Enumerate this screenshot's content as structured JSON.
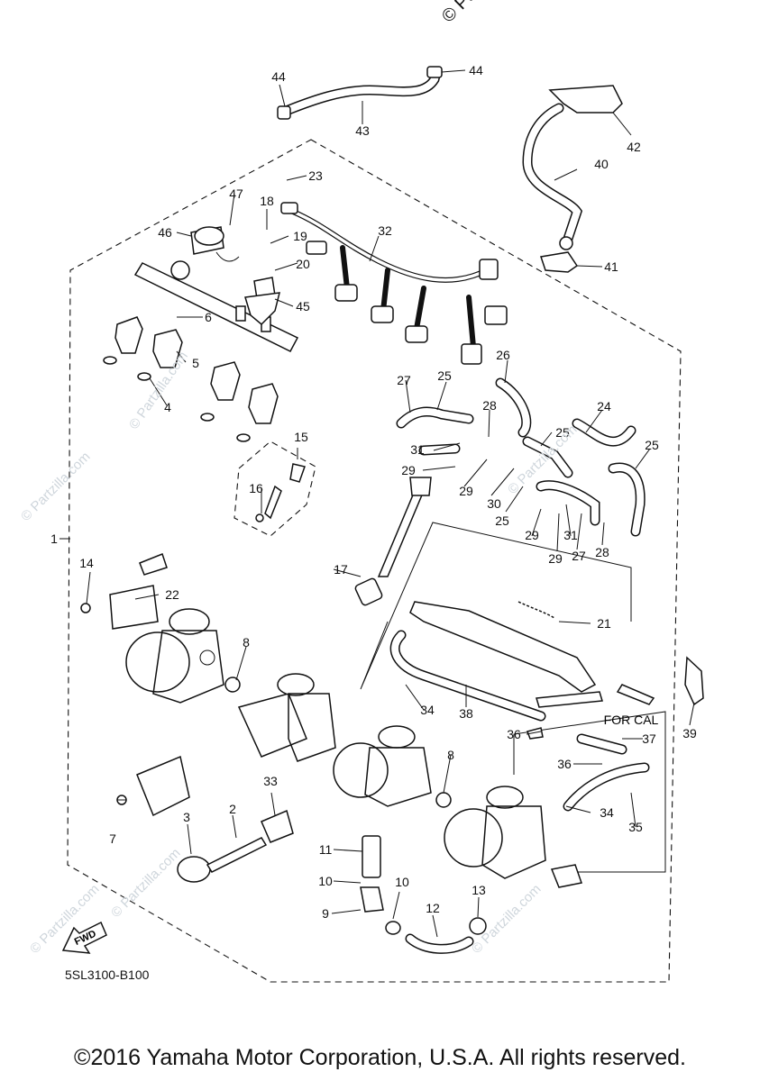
{
  "header_watermark": "© Partzilla",
  "footer_copyright": "©2016 Yamaha Motor Corporation, U.S.A. All rights reserved.",
  "figure_code": "5SL3100-B100",
  "fwd_label": "FWD",
  "for_cal_label": "FOR CAL",
  "watermark": "© Partzilla.com",
  "callouts": [
    {
      "label": "1"
    },
    {
      "label": "2"
    },
    {
      "label": "3"
    },
    {
      "label": "4"
    },
    {
      "label": "5"
    },
    {
      "label": "6"
    },
    {
      "label": "7"
    },
    {
      "label": "8"
    },
    {
      "label": "8"
    },
    {
      "label": "9"
    },
    {
      "label": "10"
    },
    {
      "label": "10"
    },
    {
      "label": "11"
    },
    {
      "label": "12"
    },
    {
      "label": "13"
    },
    {
      "label": "14"
    },
    {
      "label": "15"
    },
    {
      "label": "16"
    },
    {
      "label": "17"
    },
    {
      "label": "18"
    },
    {
      "label": "19"
    },
    {
      "label": "20"
    },
    {
      "label": "21"
    },
    {
      "label": "22"
    },
    {
      "label": "23"
    },
    {
      "label": "24"
    },
    {
      "label": "25"
    },
    {
      "label": "25"
    },
    {
      "label": "25"
    },
    {
      "label": "25"
    },
    {
      "label": "26"
    },
    {
      "label": "27"
    },
    {
      "label": "27"
    },
    {
      "label": "28"
    },
    {
      "label": "28"
    },
    {
      "label": "29"
    },
    {
      "label": "29"
    },
    {
      "label": "29"
    },
    {
      "label": "29"
    },
    {
      "label": "30"
    },
    {
      "label": "31"
    },
    {
      "label": "31"
    },
    {
      "label": "32"
    },
    {
      "label": "33"
    },
    {
      "label": "34"
    },
    {
      "label": "34"
    },
    {
      "label": "35"
    },
    {
      "label": "36"
    },
    {
      "label": "36"
    },
    {
      "label": "37"
    },
    {
      "label": "38"
    },
    {
      "label": "39"
    },
    {
      "label": "40"
    },
    {
      "label": "41"
    },
    {
      "label": "42"
    },
    {
      "label": "43"
    },
    {
      "label": "44"
    },
    {
      "label": "44"
    },
    {
      "label": "45"
    },
    {
      "label": "46"
    },
    {
      "label": "47"
    }
  ]
}
